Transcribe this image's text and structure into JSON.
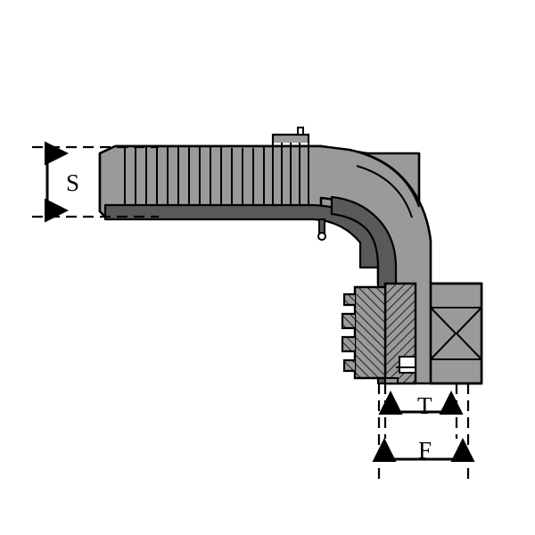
{
  "diagram": {
    "title": "90 degree hydraulic hose fitting cross-section",
    "type": "technical-drawing",
    "background_color": "#ffffff",
    "outline_color": "#000000",
    "metal_fill_color": "#9a9a9a",
    "dark_fill_color": "#58595b",
    "hatch_color": "#000000",
    "dimension_labels": [
      {
        "id": "S",
        "text": "S",
        "kind": "vertical-dimension"
      },
      {
        "id": "T",
        "text": "T",
        "kind": "horizontal-dimension"
      },
      {
        "id": "F",
        "text": "F",
        "kind": "horizontal-dimension"
      }
    ],
    "dimension_lines": {
      "S": {
        "orientation": "vertical",
        "style": "dashed-extension-with-arrows"
      },
      "T": {
        "orientation": "horizontal",
        "style": "dashed-extension-with-arrows"
      },
      "F": {
        "orientation": "horizontal",
        "style": "dashed-extension-with-arrows"
      }
    }
  }
}
